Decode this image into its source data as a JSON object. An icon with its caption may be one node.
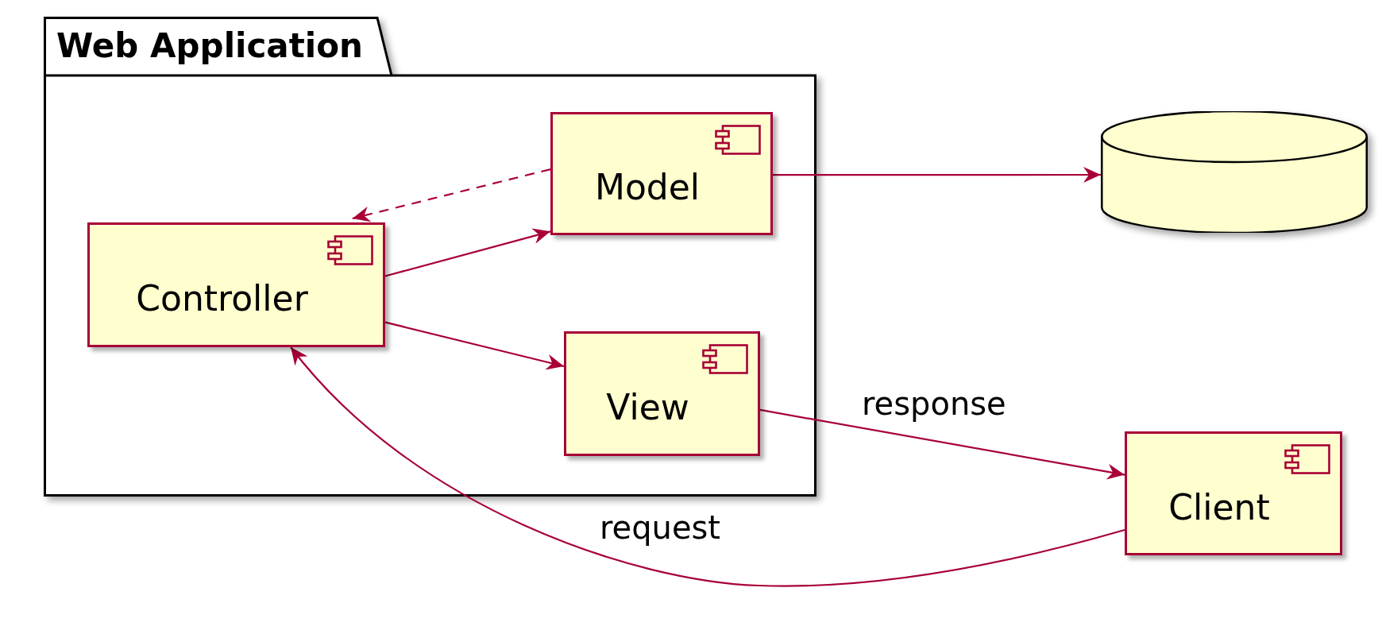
{
  "diagram": {
    "nodes": [
      {
        "text": [
          "Web Application"
        ]
      },
      {
        "text": [
          "Model"
        ],
        "in": 0
      },
      {
        "text": [
          "Controller"
        ],
        "in": 0
      },
      {
        "text": [
          "View"
        ],
        "in": 0
      },
      {
        "text": [],
        "shape": "cylinder"
      },
      {
        "text": [
          "Client"
        ]
      }
    ],
    "edges": [
      {
        "from": 1,
        "to": 2,
        "arrow": "to",
        "style": "dashed"
      },
      {
        "from": 2,
        "to": 1,
        "arrow": "to"
      },
      {
        "from": 2,
        "to": 3,
        "arrow": "to"
      },
      {
        "from": 1,
        "to": 4,
        "arrow": "to"
      },
      {
        "from": 3,
        "to": 5,
        "arrow": "to",
        "label": "response"
      },
      {
        "from": 5,
        "to": 2,
        "arrow": "to",
        "label": "request"
      }
    ]
  }
}
